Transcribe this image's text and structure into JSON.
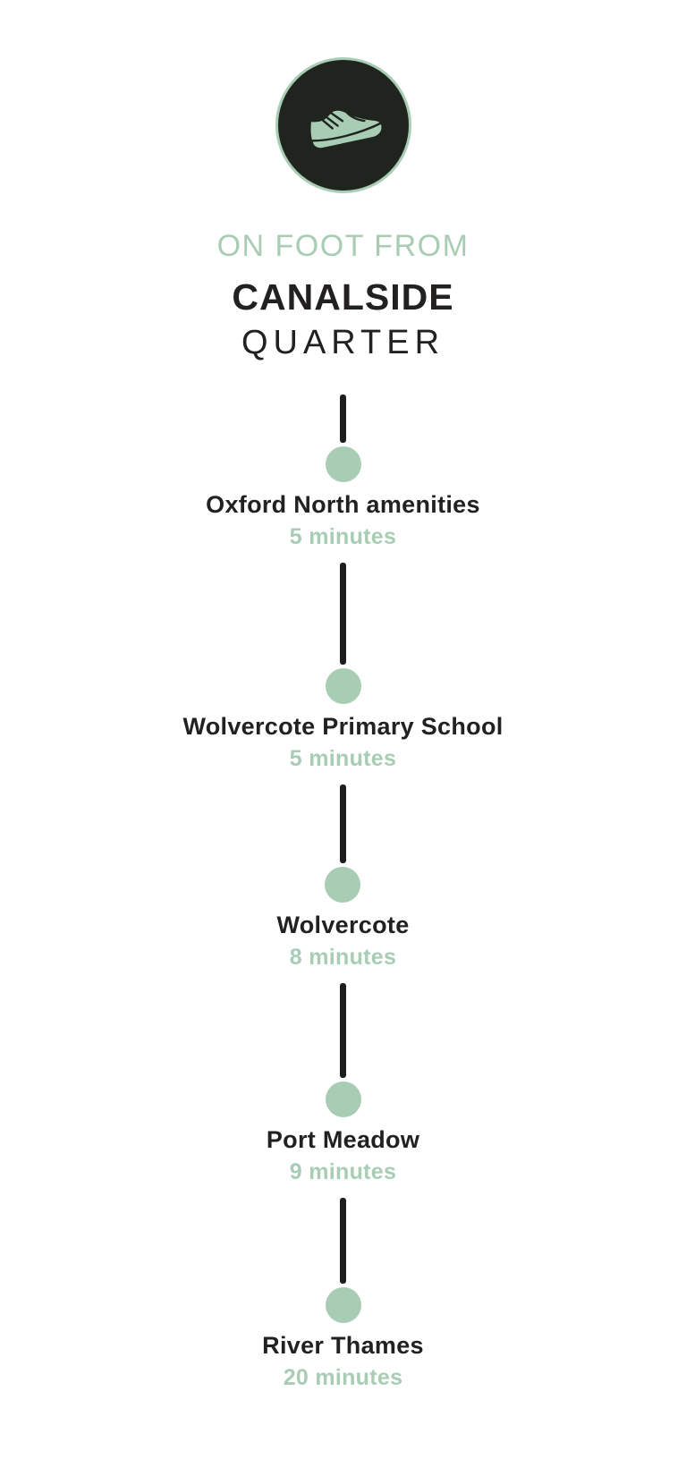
{
  "header": {
    "icon": "running-shoe-icon",
    "subtitle": "ON FOOT FROM",
    "title_line1": "CANALSIDE",
    "title_line2": "QUARTER"
  },
  "timeline": {
    "items": [
      {
        "name": "Oxford North amenities",
        "time": "5 minutes"
      },
      {
        "name": "Wolvercote Primary School",
        "time": "5 minutes"
      },
      {
        "name": "Wolvercote",
        "time": "8 minutes"
      },
      {
        "name": "Port Meadow",
        "time": "9 minutes"
      },
      {
        "name": "River Thames",
        "time": "20 minutes"
      }
    ]
  },
  "colors": {
    "accent_mint": "#a8cdb4",
    "circle_dark": "#20241f",
    "text_dark": "#232020",
    "line_dark": "#1d1d1b",
    "background": "#ffffff"
  }
}
